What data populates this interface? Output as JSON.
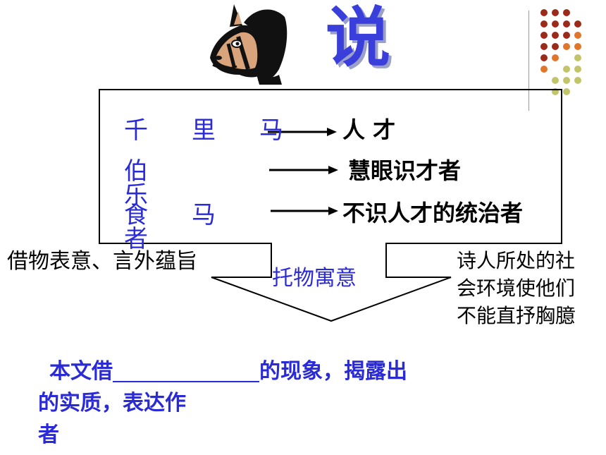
{
  "header": {
    "title": "说",
    "horse_icon": "horse-head-icon"
  },
  "rows": [
    {
      "label_chars": [
        "千",
        "里",
        "马"
      ],
      "result": "人 才"
    },
    {
      "label_chars": [
        "伯",
        "乐"
      ],
      "result": "慧眼识才者"
    },
    {
      "label_chars": [
        "食",
        "马",
        "者"
      ],
      "result": "不识人才的统治者"
    }
  ],
  "notes": {
    "left": "借物表意、言外蕴旨",
    "center": "托物寓意",
    "right_lines": [
      "诗人所处的社",
      "会环境使他们",
      "不能直抒胸臆"
    ]
  },
  "conclusion": {
    "line1_before": "本文借",
    "line1_after": "的现象，揭露出",
    "line2": "的实质，表达作",
    "line3": "者"
  },
  "colors": {
    "blue_text": "#2a2ad6",
    "title": "#3a3fdc",
    "dots_red": "#9b2a18",
    "dots_orange": "#e0762a",
    "dots_olive": "#c2c46a"
  }
}
